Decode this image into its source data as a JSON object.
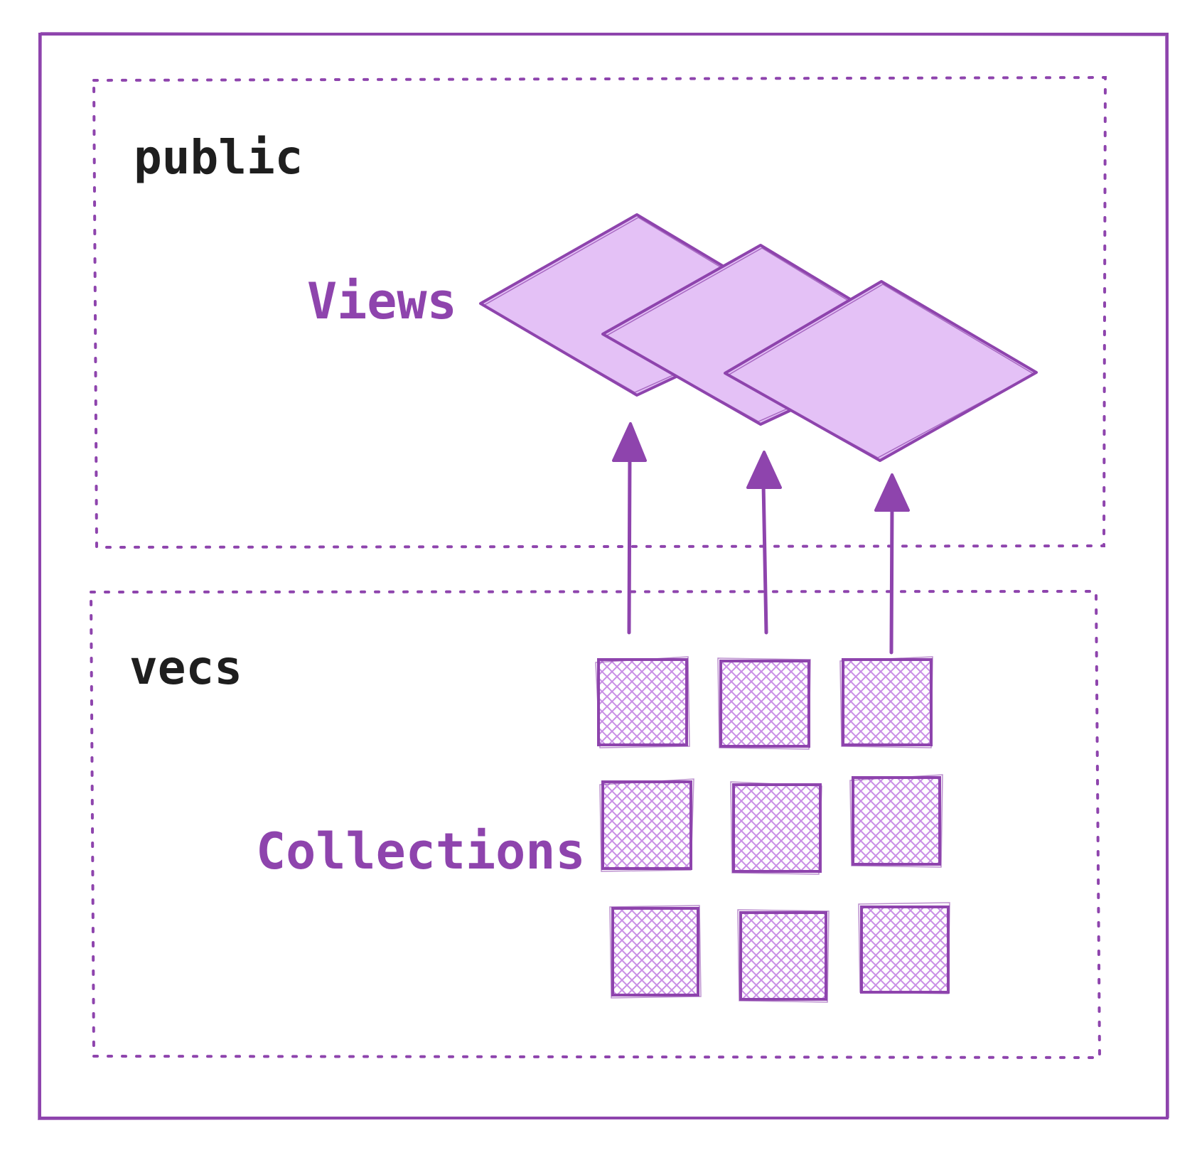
{
  "schemas": {
    "public": {
      "label": "public"
    },
    "vecs": {
      "label": "vecs"
    }
  },
  "objects": {
    "views": {
      "label": "Views",
      "count": 3
    },
    "collections": {
      "label": "Collections",
      "rows": 3,
      "columns": 3
    }
  },
  "arrows": {
    "count": 3,
    "direction": "collections-to-views"
  },
  "colors": {
    "accent": "#8e44ad",
    "fill": "#e4c1f6",
    "hatch": "#c98ee6",
    "text": "#1e1e1e",
    "background": "#ffffff"
  }
}
